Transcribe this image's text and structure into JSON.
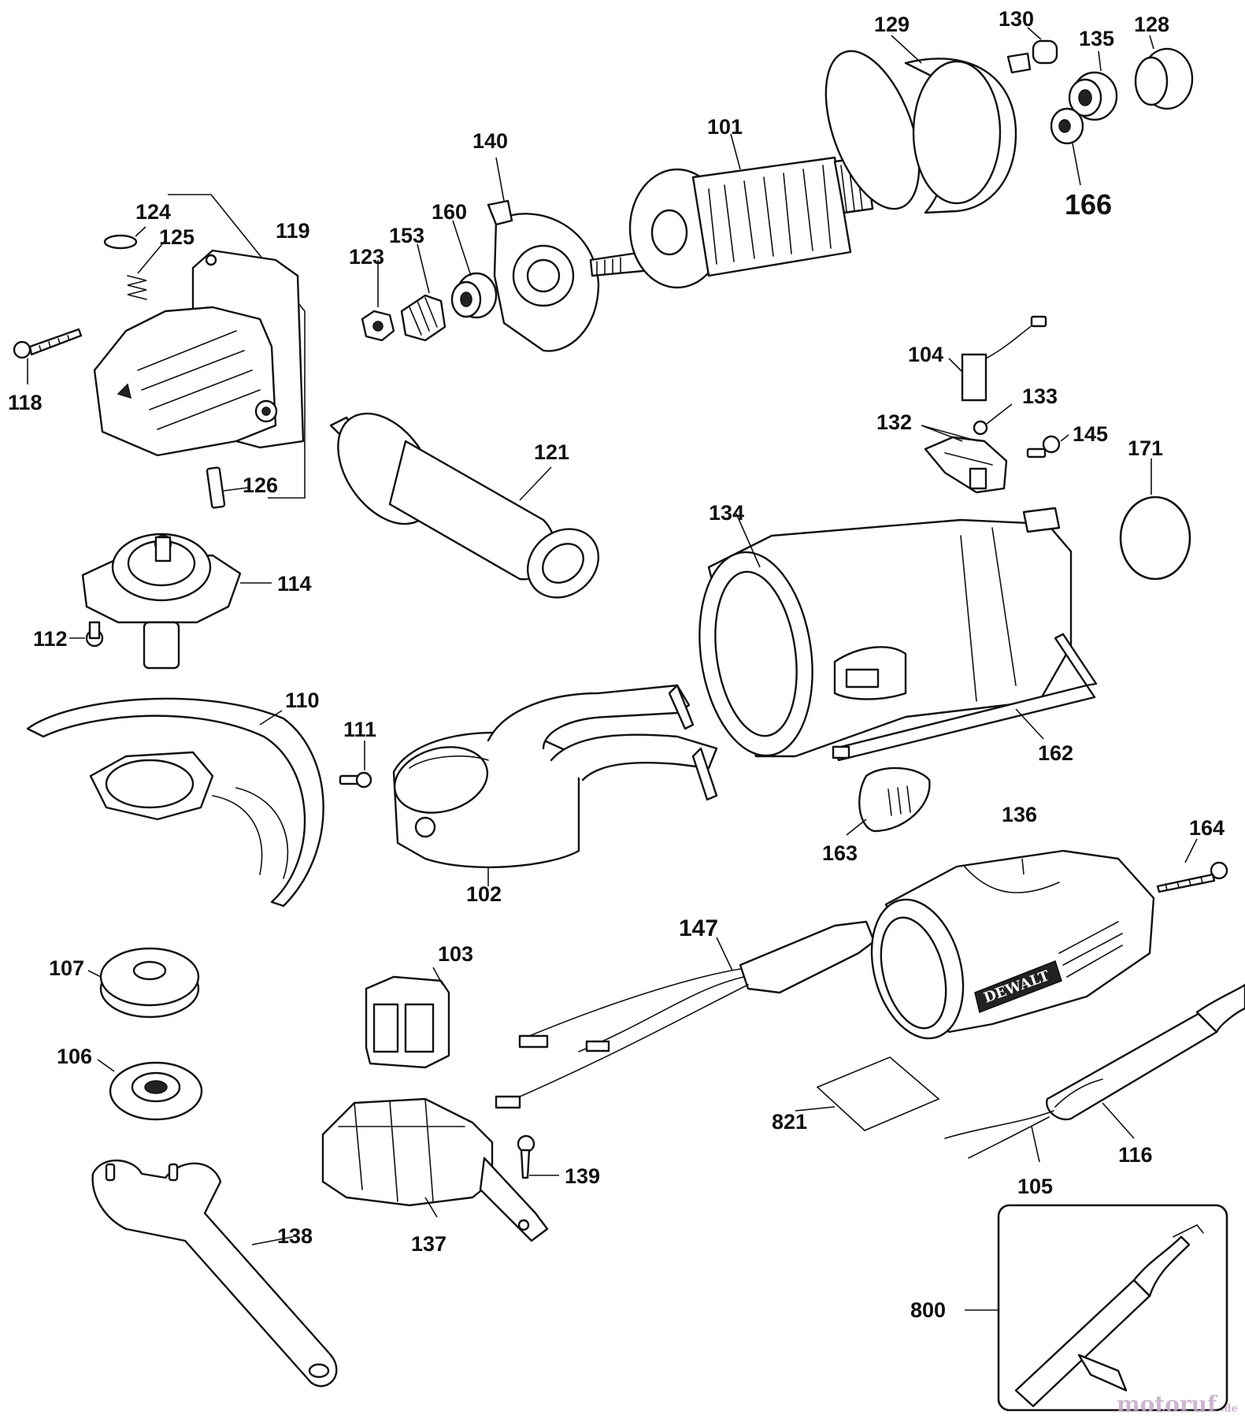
{
  "labels": {
    "p101": "101",
    "p102": "102",
    "p103": "103",
    "p104": "104",
    "p105": "105",
    "p106": "106",
    "p107": "107",
    "p110": "110",
    "p111": "111",
    "p112": "112",
    "p114": "114",
    "p116": "116",
    "p118": "118",
    "p119": "119",
    "p121": "121",
    "p123": "123",
    "p124": "124",
    "p125": "125",
    "p126": "126",
    "p128": "128",
    "p129": "129",
    "p130": "130",
    "p132": "132",
    "p133": "133",
    "p134": "134",
    "p135": "135",
    "p136": "136",
    "p137": "137",
    "p138": "138",
    "p139": "139",
    "p140": "140",
    "p145": "145",
    "p147": "147",
    "p153": "153",
    "p160": "160",
    "p162": "162",
    "p163": "163",
    "p164": "164",
    "p166": "166",
    "p171": "171",
    "p800": "800",
    "p821": "821"
  },
  "brand_text": "DEWALT",
  "watermark": {
    "main": "motoruf",
    "suffix": ".de"
  }
}
